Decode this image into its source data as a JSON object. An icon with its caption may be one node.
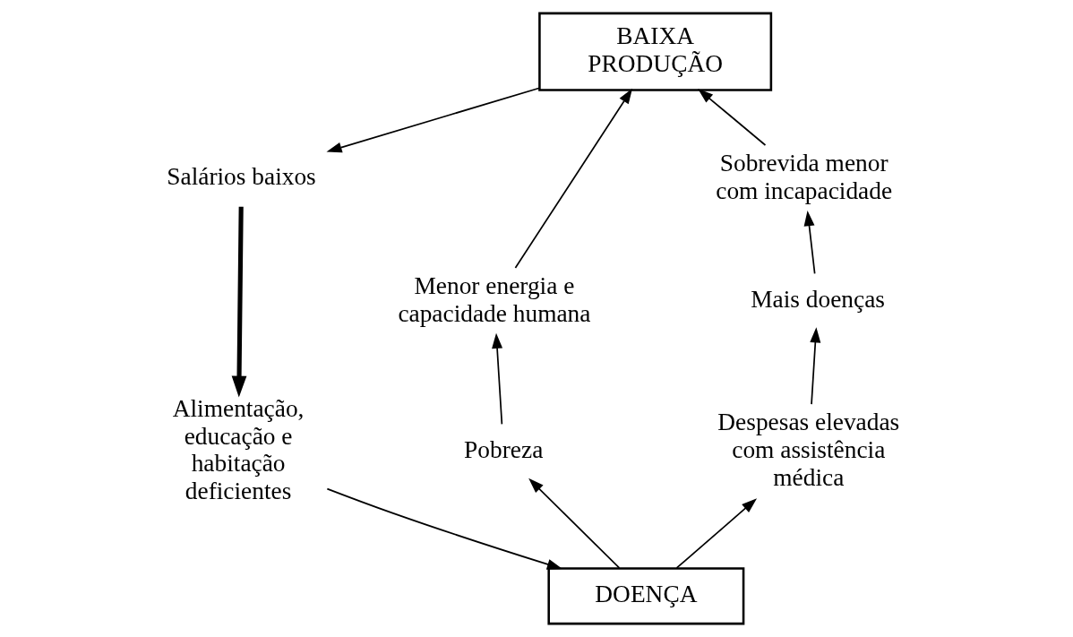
{
  "diagram": {
    "nodes": [
      {
        "text": [
          "BAIXA PRODUÇÃO"
        ]
      },
      {
        "text": [
          "Salários baixos"
        ]
      },
      {
        "text": [
          "Alimentação, educação e habitação deficientes"
        ]
      },
      {
        "text": [
          "DOENÇA"
        ]
      },
      {
        "text": [
          "Pobreza"
        ]
      },
      {
        "text": [
          "Menor energia e capacidade humana"
        ]
      },
      {
        "text": [
          "Despesas elevadas com assistência médica"
        ]
      },
      {
        "text": [
          "Mais doenças"
        ]
      },
      {
        "text": [
          "Sobrevida menor com incapacidade"
        ]
      }
    ],
    "edges": [
      {
        "from": 0,
        "to": 1,
        "arrow": "to"
      },
      {
        "from": 1,
        "to": 2,
        "arrow": "to",
        "style": "thick"
      },
      {
        "from": 2,
        "to": 3,
        "arrow": "to"
      },
      {
        "from": 3,
        "to": 4,
        "arrow": "to"
      },
      {
        "from": 4,
        "to": 5,
        "arrow": "to"
      },
      {
        "from": 5,
        "to": 0,
        "arrow": "to"
      },
      {
        "from": 3,
        "to": 6,
        "arrow": "to"
      },
      {
        "from": 6,
        "to": 7,
        "arrow": "to"
      },
      {
        "from": 7,
        "to": 8,
        "arrow": "to"
      },
      {
        "from": 8,
        "to": 0,
        "arrow": "to"
      }
    ]
  }
}
